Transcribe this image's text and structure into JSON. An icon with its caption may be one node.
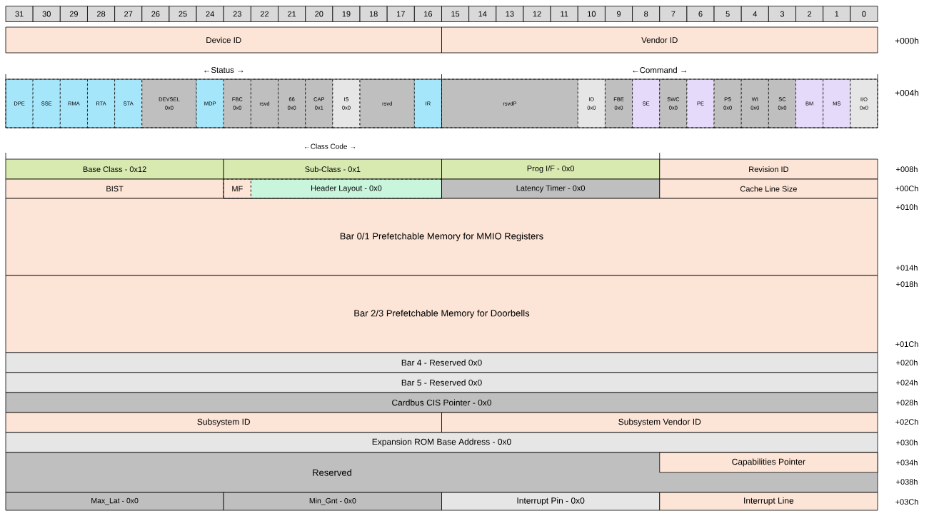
{
  "diagram": {
    "nodes": [
      {
        "text": [
          "Device ID"
        ]
      },
      {
        "text": [
          "Vendor ID"
        ]
      },
      {
        "text": [
          "DPE"
        ]
      },
      {
        "text": [
          "SSE"
        ]
      },
      {
        "text": [
          "RMA"
        ]
      },
      {
        "text": [
          "RTA"
        ]
      },
      {
        "text": [
          "STA"
        ]
      },
      {
        "text": [
          "DEVSEL 0x0"
        ]
      },
      {
        "text": [
          "MDP"
        ]
      },
      {
        "text": [
          "FBC 0x0"
        ]
      },
      {
        "text": [
          "rsvd"
        ]
      },
      {
        "text": [
          "66 0x0"
        ]
      },
      {
        "text": [
          "CAP 0x1"
        ]
      },
      {
        "text": [
          "IS 0x0"
        ]
      },
      {
        "text": [
          "rsvd"
        ]
      },
      {
        "text": [
          "IR"
        ]
      },
      {
        "text": [
          "rsvdP"
        ]
      },
      {
        "text": [
          "ID 0x0"
        ]
      },
      {
        "text": [
          "FBE 0x0"
        ]
      },
      {
        "text": [
          "SE"
        ]
      },
      {
        "text": [
          "SWC 0x0"
        ]
      },
      {
        "text": [
          "PE"
        ]
      },
      {
        "text": [
          "PS 0x0"
        ]
      },
      {
        "text": [
          "WI 0x0"
        ]
      },
      {
        "text": [
          "SC 0x0"
        ]
      },
      {
        "text": [
          "BM"
        ]
      },
      {
        "text": [
          "MS"
        ]
      },
      {
        "text": [
          "I/O 0x0"
        ]
      },
      {
        "text": [
          "Base Class - 0x12"
        ]
      },
      {
        "text": [
          "Sub-Class - 0x1"
        ]
      },
      {
        "text": [
          "Prog I/F - 0x0"
        ]
      },
      {
        "text": [
          "Revision ID"
        ]
      },
      {
        "text": [
          "BIST"
        ]
      },
      {
        "text": [
          "MF"
        ]
      },
      {
        "text": [
          "Header Layout - 0x0"
        ]
      },
      {
        "text": [
          "Latency Timer - 0x0"
        ]
      },
      {
        "text": [
          "Cache Line Size"
        ]
      },
      {
        "text": [
          "Bar 0/1 Prefetchable Memory for MMIO Registers"
        ]
      },
      {
        "text": [
          "Bar 2/3 Prefetchable Memory for Doorbells"
        ]
      },
      {
        "text": [
          "Bar 4 - Reserved 0x0"
        ]
      },
      {
        "text": [
          "Bar 5 - Reserved 0x0"
        ]
      },
      {
        "text": [
          "Cardbus CIS Pointer - 0x0"
        ]
      },
      {
        "text": [
          "Subsystem ID"
        ]
      },
      {
        "text": [
          "Subsystem Vendor ID"
        ]
      },
      {
        "text": [
          "Expansion ROM Base Address - 0x0"
        ]
      },
      {
        "text": [
          "Reserved"
        ]
      },
      {
        "text": [
          "Capabilities Pointer"
        ],
        "in": 45
      },
      {
        "text": [
          "Max_Lat - 0x0"
        ]
      },
      {
        "text": [
          "Min_Gnt - 0x0"
        ]
      },
      {
        "text": [
          "Interrupt Pin - 0x0"
        ]
      },
      {
        "text": [
          "Interrupt Line"
        ]
      }
    ],
    "labels": [
      "31",
      "30",
      "29",
      "28",
      "27",
      "26",
      "25",
      "24",
      "23",
      "22",
      "21",
      "20",
      "19",
      "18",
      "17",
      "16",
      "15",
      "14",
      "13",
      "12",
      "11",
      "10",
      "9",
      "8",
      "7",
      "6",
      "5",
      "4",
      "3",
      "2",
      "1",
      "0",
      "+000h",
      "←Status →",
      "←Command →",
      "+004h",
      "←Class Code →",
      "+008h",
      "+00Ch",
      "+010h",
      "+014h",
      "+018h",
      "+01Ch",
      "+020h",
      "+024h",
      "+028h",
      "+02Ch",
      "+030h",
      "+034h",
      "+038h",
      "+03Ch"
    ]
  }
}
